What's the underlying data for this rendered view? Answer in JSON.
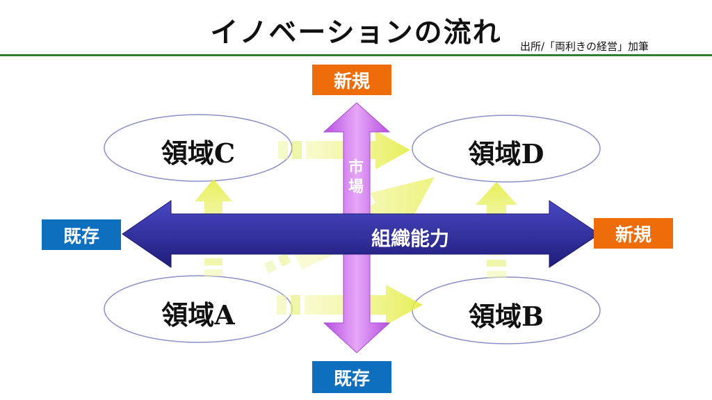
{
  "title": "イノベーションの流れ",
  "source": "出所/「両利きの経営」加筆",
  "axes": {
    "horizontal": {
      "label": "組織能力",
      "left": "既存",
      "right": "新規"
    },
    "vertical": {
      "label_chars": [
        "市",
        "場"
      ],
      "top": "新規",
      "bottom": "既存"
    }
  },
  "domains": {
    "a": "領域A",
    "b": "領域B",
    "c": "領域C",
    "d": "領域D"
  },
  "colors": {
    "orange": "#ef6c0a",
    "blue": "#0f6fbf",
    "purple_arrow": "#2e2c9a",
    "pink_arrow": "#cf6cf0",
    "yellow_arrow": "#e7ef5a",
    "rule": "#2f7d32"
  }
}
